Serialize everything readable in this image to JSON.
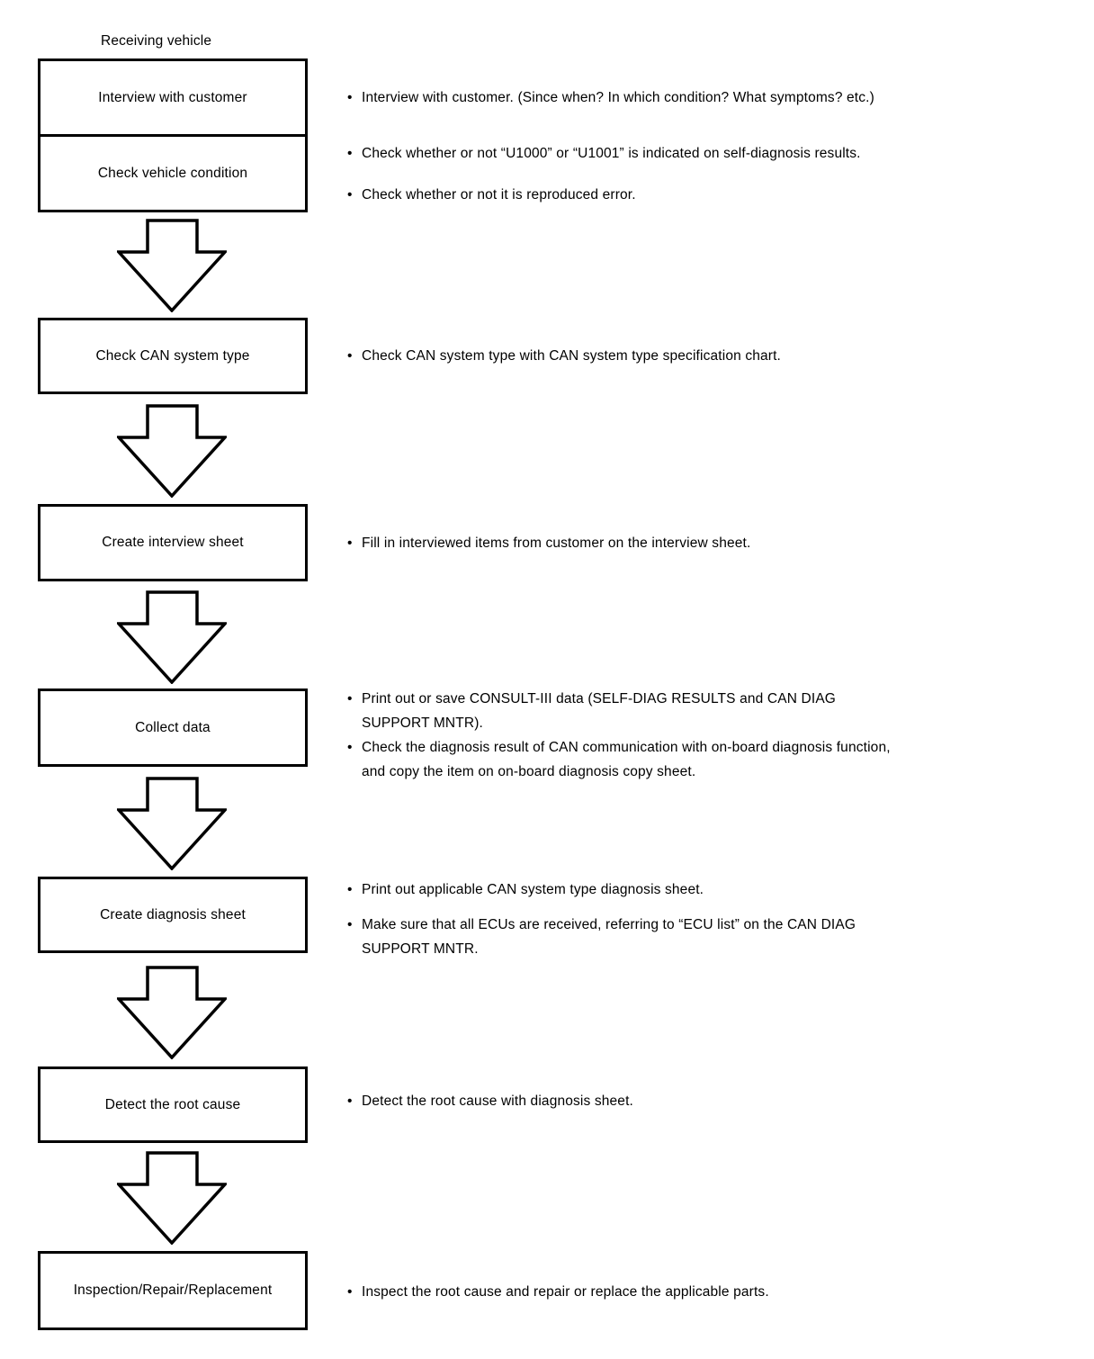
{
  "page": {
    "background_color": "#ffffff",
    "ink_color": "#000000",
    "bullet_char": "•"
  },
  "flowchart": {
    "header": "Receiving vehicle",
    "steps": [
      {
        "label": "Interview with customer",
        "notes": [
          {
            "lines": [
              "Interview with customer. (Since when? In which condition? What symptoms? etc.)"
            ]
          }
        ]
      },
      {
        "label": "Check vehicle condition",
        "notes": [
          {
            "lines": [
              "Check whether or not “U1000” or “U1001” is indicated on self-diagnosis results."
            ]
          },
          {
            "lines": [
              "Check whether or not it is reproduced error."
            ]
          }
        ]
      },
      {
        "label": "Check CAN system type",
        "notes": [
          {
            "lines": [
              "Check CAN system type with CAN system type specification chart."
            ]
          }
        ]
      },
      {
        "label": "Create interview sheet",
        "notes": [
          {
            "lines": [
              "Fill in interviewed items from customer on the interview sheet."
            ]
          }
        ]
      },
      {
        "label": "Collect data",
        "notes": [
          {
            "lines": [
              "Print out or save CONSULT-III data (SELF-DIAG RESULTS and CAN DIAG",
              "SUPPORT MNTR)."
            ]
          },
          {
            "lines": [
              "Check the diagnosis result of CAN communication with on-board diagnosis function,",
              "and copy the item on on-board diagnosis copy sheet."
            ]
          }
        ]
      },
      {
        "label": "Create diagnosis sheet",
        "notes": [
          {
            "lines": [
              "Print out applicable CAN system type diagnosis sheet.",
              ""
            ]
          },
          {
            "lines": [
              "Make sure that all ECUs are received, referring to “ECU list” on the CAN DIAG",
              "SUPPORT MNTR."
            ]
          }
        ]
      },
      {
        "label": "Detect the root cause",
        "notes": [
          {
            "lines": [
              "Detect the root cause with diagnosis sheet."
            ]
          }
        ]
      },
      {
        "label": "Inspection/Repair/Replacement",
        "notes": [
          {
            "lines": [
              "Inspect the root cause and repair or replace the applicable parts."
            ]
          }
        ]
      }
    ]
  }
}
